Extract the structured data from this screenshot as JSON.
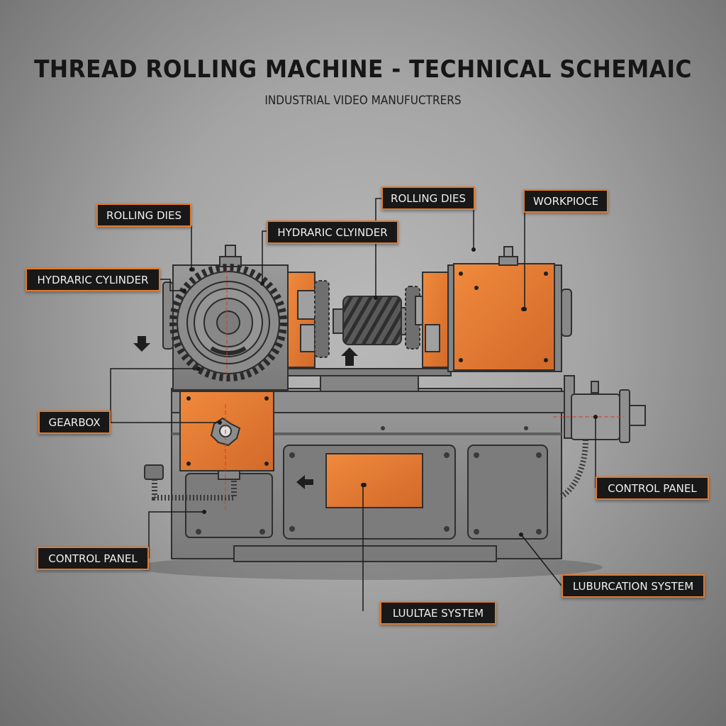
{
  "title": "THREAD ROLLING MACHINE - TECHNICAL SCHEMAIC",
  "subtitle": "INDUSTRIAL VIDEO MANUFUCTRERS",
  "labels": {
    "rolling_dies_left": "ROLLING DIES",
    "hydraulic_cylinder_top": "HYDRARIC CLYINDER",
    "rolling_dies_top": "ROLLING DIES",
    "workpiece": "WORKPIOCE",
    "hydraulic_cylinder_left": "HYDRARIC CYLINDER",
    "gearbox": "GEARBOX",
    "control_panel_right": "CONTROL PANEL",
    "control_panel_left": "CONTROL PANEL",
    "lubrication_system_right": "LUBURCATION SYSTEM",
    "lubrication_system_bottom": "LUULTAE SYSTEM"
  },
  "colors": {
    "accent": "#e07a2f",
    "machine_body": "#8a8a8a",
    "label_bg": "#181818"
  }
}
